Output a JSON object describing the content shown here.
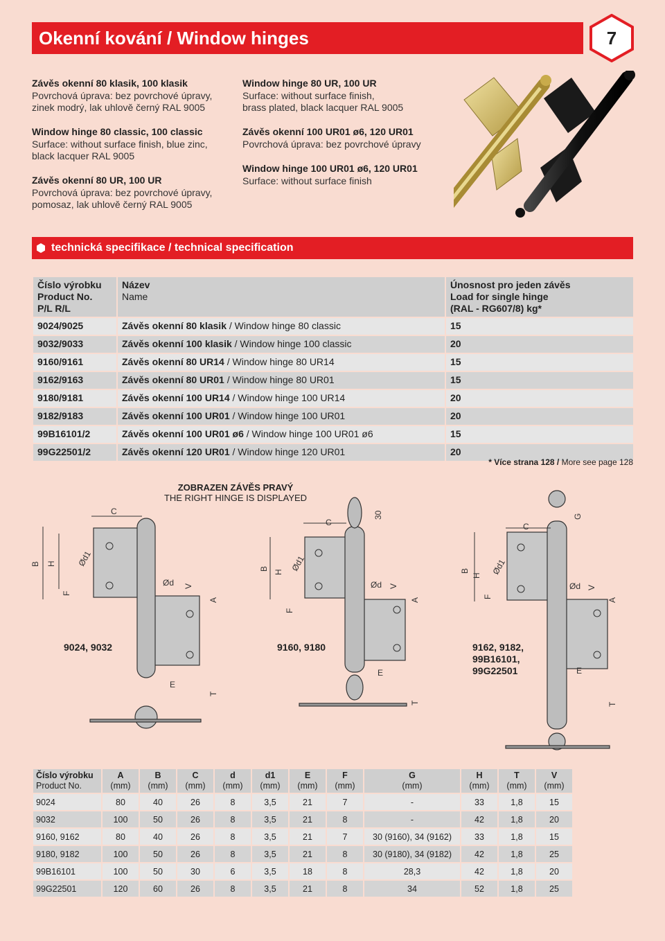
{
  "header": {
    "title": "Okenní kování / Window hinges",
    "page": "7"
  },
  "intro": {
    "b1": {
      "title": "Závěs okenní 80 klasik, 100 klasik",
      "l1": "Povrchová úprava: bez povrchové úpravy,",
      "l2": "zinek modrý, lak uhlově černý RAL 9005"
    },
    "b2": {
      "title": "Window hinge 80 classic, 100 classic",
      "l1": "Surface: without surface finish, blue zinc,",
      "l2": "black lacquer RAL 9005"
    },
    "b3": {
      "title": "Závěs okenní 80 UR, 100 UR",
      "l1": "Povrchová úprava: bez povrchové úpravy,",
      "l2": "pomosaz, lak uhlově černý RAL 9005"
    },
    "b4": {
      "title": "Window hinge 80 UR, 100 UR",
      "l1": "Surface: without surface finish,",
      "l2": "brass plated, black lacquer RAL 9005"
    },
    "b5": {
      "title": "Závěs okenní 100  UR01 ø6, 120 UR01",
      "l1": "Povrchová úprava: bez povrchové úpravy"
    },
    "b6": {
      "title": "Window hinge 100 UR01 ø6, 120 UR01",
      "l1": "Surface: without surface finish"
    }
  },
  "section": {
    "label": "technická specifikace / technical specification"
  },
  "spec": {
    "h_pn_cz": "Číslo výrobku",
    "h_pn_en": "Product No.",
    "h_pn_pl": "P/L",
    "h_pn_rl": "R/L",
    "h_name_cz": "Název",
    "h_name_en": "Name",
    "h_load_cz": "Únosnost pro jeden závěs",
    "h_load_en": "Load for single hinge",
    "h_load_unit": "(RAL - RG607/8) kg*",
    "rows": [
      {
        "pn": "9024/9025",
        "cz": "Závěs okenní 80 klasik",
        "en": " / Window hinge 80 classic",
        "load": "15"
      },
      {
        "pn": "9032/9033",
        "cz": "Závěs okenní 100 klasik",
        "en": " / Window hinge 100 classic",
        "load": "20"
      },
      {
        "pn": "9160/9161",
        "cz": "Závěs okenní 80 UR14",
        "en": " / Window hinge 80 UR14",
        "load": "15"
      },
      {
        "pn": "9162/9163",
        "cz": "Závěs okenní 80 UR01",
        "en": " / Window hinge 80 UR01",
        "load": "15"
      },
      {
        "pn": "9180/9181",
        "cz": "Závěs okenní 100 UR14",
        "en": " / Window hinge 100 UR14",
        "load": "20"
      },
      {
        "pn": "9182/9183",
        "cz": "Závěs okenní 100 UR01",
        "en": " / Window hinge 100 UR01",
        "load": "20"
      },
      {
        "pn": "99B16101/2",
        "cz": "Závěs okenní 100 UR01 ø6",
        "en": " / Window hinge 100 UR01 ø6",
        "load": "15"
      },
      {
        "pn": "99G22501/2",
        "cz": "Závěs okenní 120 UR01",
        "en": " / Window hinge 120 UR01",
        "load": "20"
      }
    ],
    "note_b": "* Více strana 128 / ",
    "note_n": "More see page 128"
  },
  "drawing": {
    "shown_cz": "ZOBRAZEN ZÁVĚS PRAVÝ",
    "shown_en": "THE RIGHT HINGE IS DISPLAYED",
    "model1": "9024, 9032",
    "model2": "9160, 9180",
    "model3_l1": "9162, 9182,",
    "model3_l2": "99B16101,",
    "model3_l3": "99G22501",
    "lbl": {
      "A": "A",
      "B": "B",
      "C": "C",
      "E": "E",
      "F": "F",
      "G": "G",
      "H": "H",
      "T": "T",
      "V": "V",
      "d": "Ød",
      "d1": "Ød1",
      "n30": "30"
    }
  },
  "dims": {
    "h_pn_cz": "Číslo výrobku",
    "h_pn_en": "Product No.",
    "cols": [
      {
        "k": "A",
        "u": "(mm)"
      },
      {
        "k": "B",
        "u": "(mm)"
      },
      {
        "k": "C",
        "u": "(mm)"
      },
      {
        "k": "d",
        "u": "(mm)"
      },
      {
        "k": "d1",
        "u": "(mm)"
      },
      {
        "k": "E",
        "u": "(mm)"
      },
      {
        "k": "F",
        "u": "(mm)"
      },
      {
        "k": "G",
        "u": "(mm)"
      },
      {
        "k": "H",
        "u": "(mm)"
      },
      {
        "k": "T",
        "u": "(mm)"
      },
      {
        "k": "V",
        "u": "(mm)"
      }
    ],
    "rows": [
      [
        "9024",
        "80",
        "40",
        "26",
        "8",
        "3,5",
        "21",
        "7",
        "-",
        "33",
        "1,8",
        "15"
      ],
      [
        "9032",
        "100",
        "50",
        "26",
        "8",
        "3,5",
        "21",
        "8",
        "-",
        "42",
        "1,8",
        "20"
      ],
      [
        "9160, 9162",
        "80",
        "40",
        "26",
        "8",
        "3,5",
        "21",
        "7",
        "30 (9160), 34 (9162)",
        "33",
        "1,8",
        "15"
      ],
      [
        "9180, 9182",
        "100",
        "50",
        "26",
        "8",
        "3,5",
        "21",
        "8",
        "30 (9180), 34 (9182)",
        "42",
        "1,8",
        "25"
      ],
      [
        "99B16101",
        "100",
        "50",
        "30",
        "6",
        "3,5",
        "18",
        "8",
        "28,3",
        "42",
        "1,8",
        "20"
      ],
      [
        "99G22501",
        "120",
        "60",
        "26",
        "8",
        "3,5",
        "21",
        "8",
        "34",
        "52",
        "1,8",
        "25"
      ]
    ]
  },
  "colors": {
    "brand": "#e31e24",
    "background": "#f9dcd1"
  }
}
